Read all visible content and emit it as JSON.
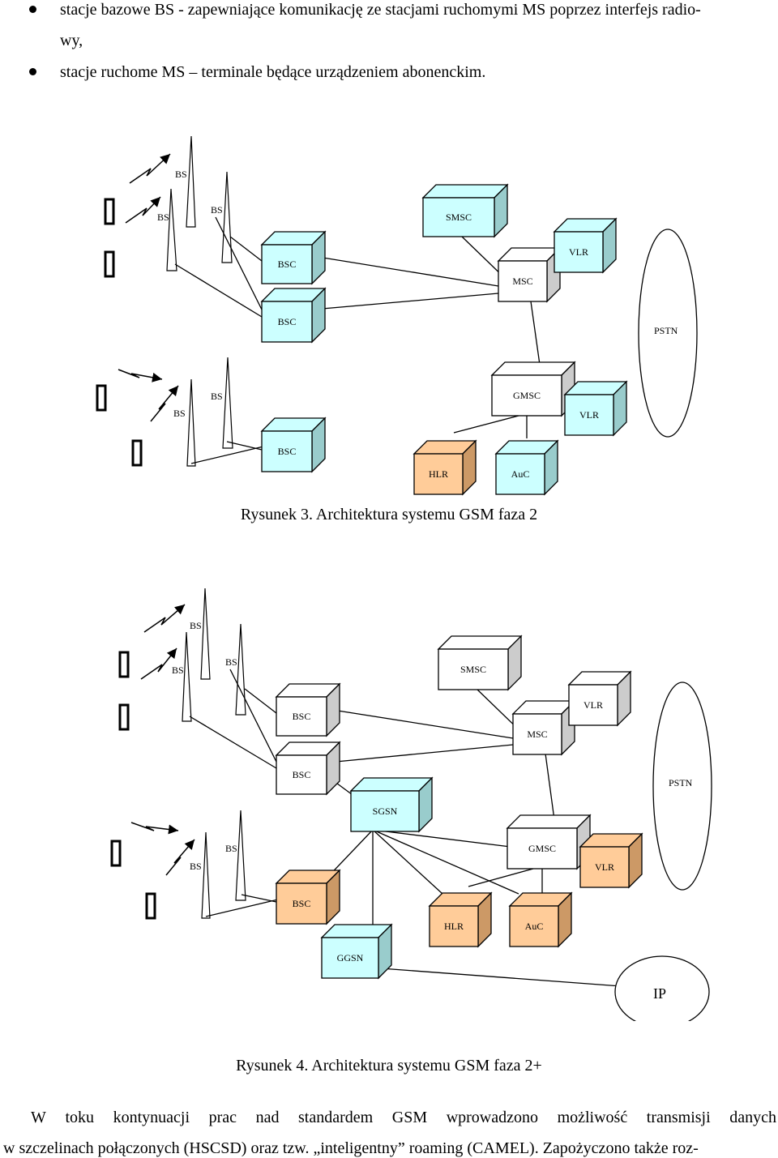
{
  "bullets": [
    {
      "line1": "stacje bazowe BS - zapewniające komunikację ze stacjami ruchomymi MS poprzez interfejs radio-",
      "line2": "wy,"
    },
    {
      "line1": "stacje ruchome MS – terminale będące urządzeniem abonenckim."
    }
  ],
  "fig3": {
    "caption": "Rysunek 3. Architektura systemu GSM faza 2",
    "labels": {
      "bs": "BS",
      "bsc": "BSC",
      "smsc": "SMSC",
      "msc": "MSC",
      "vlr": "VLR",
      "pstn": "PSTN",
      "gmsc": "GMSC",
      "hlr": "HLR",
      "auc": "AuC"
    }
  },
  "fig4": {
    "caption": "Rysunek 4. Architektura systemu GSM faza 2+",
    "labels": {
      "bs": "BS",
      "bsc": "BSC",
      "smsc": "SMSC",
      "msc": "MSC",
      "vlr": "VLR",
      "pstn": "PSTN",
      "gmsc": "GMSC",
      "hlr": "HLR",
      "auc": "AuC",
      "sgsn": "SGSN",
      "ggsn": "GGSN",
      "ip": "IP"
    }
  },
  "paragraph": {
    "words_line1": [
      "W",
      "toku",
      "kontynuacji",
      "prac",
      "nad",
      "standardem",
      "GSM",
      "wprowadzono",
      "możliwość",
      "transmisji",
      "danych"
    ],
    "line2": "w szczelinach połączonych (HSCSD) oraz tzw. „inteligentny” roaming (CAMEL). Zapożyczono także roz-"
  },
  "colors": {
    "box_cyan": "#ccffff",
    "box_cyan_side": "#99cccc",
    "box_orange": "#ffcc99",
    "box_orange_side": "#cc9966",
    "box_white": "#ffffff",
    "box_white_side": "#cccccc"
  }
}
